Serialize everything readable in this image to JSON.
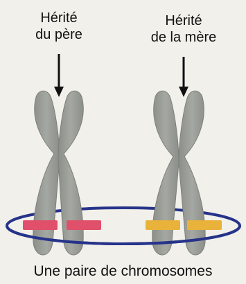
{
  "labels": {
    "father_line1": "Hérité",
    "father_line2": "du père",
    "mother_line1": "Hérité",
    "mother_line2": "de la mère",
    "caption": "Une paire de chromosomes"
  },
  "colors": {
    "background": "#f2f0ea",
    "chromosome": "#9a9d97",
    "chromosome_edge": "#7d807a",
    "paternal_band": "#e0506a",
    "maternal_band": "#e9b23a",
    "ellipse": "#26338a",
    "arrow": "#111111"
  }
}
